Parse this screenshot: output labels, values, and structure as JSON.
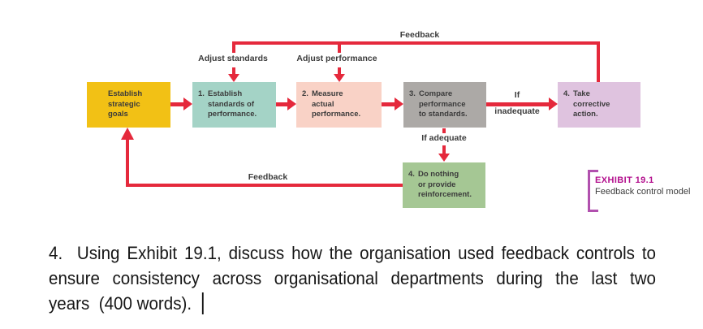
{
  "diagram": {
    "labels": {
      "top_feedback": "Feedback",
      "adjust_standards": "Adjust standards",
      "adjust_performance": "Adjust performance",
      "if_word": "If",
      "inadequate_word": "inadequate",
      "if_adequate": "If adequate",
      "bottom_feedback": "Feedback"
    },
    "arrow_color": "#E5293C",
    "text_color": "#3B3B3B",
    "boxes": [
      {
        "num": "",
        "text": "Establish\nstrategic\ngoals",
        "color": "#F2C115"
      },
      {
        "num": "1.",
        "text": "Establish\nstandards of\nperformance.",
        "color": "#A4D3C6"
      },
      {
        "num": "2.",
        "text": "Measure\nactual\nperformance.",
        "color": "#F9D2C6"
      },
      {
        "num": "3.",
        "text": "Compare\nperformance\nto standards.",
        "color": "#ACA9A6"
      },
      {
        "num": "4.",
        "text": "Take\ncorrective\naction.",
        "color": "#DFC3DF"
      },
      {
        "num": "4.",
        "text": "Do nothing\nor provide\nreinforcement.",
        "color": "#A5C794"
      }
    ]
  },
  "exhibit": {
    "title": "EXHIBIT 19.1",
    "subtitle": "Feedback control model",
    "title_color": "#B30F8D",
    "bracket_color": "#B150AE"
  },
  "question": {
    "line1": "4.  Using Exhibit 19.1, discuss how the organisation used feedback controls to",
    "line2": "ensure consistency across organisational departments during the last two",
    "line3": "years  (400 words)."
  }
}
